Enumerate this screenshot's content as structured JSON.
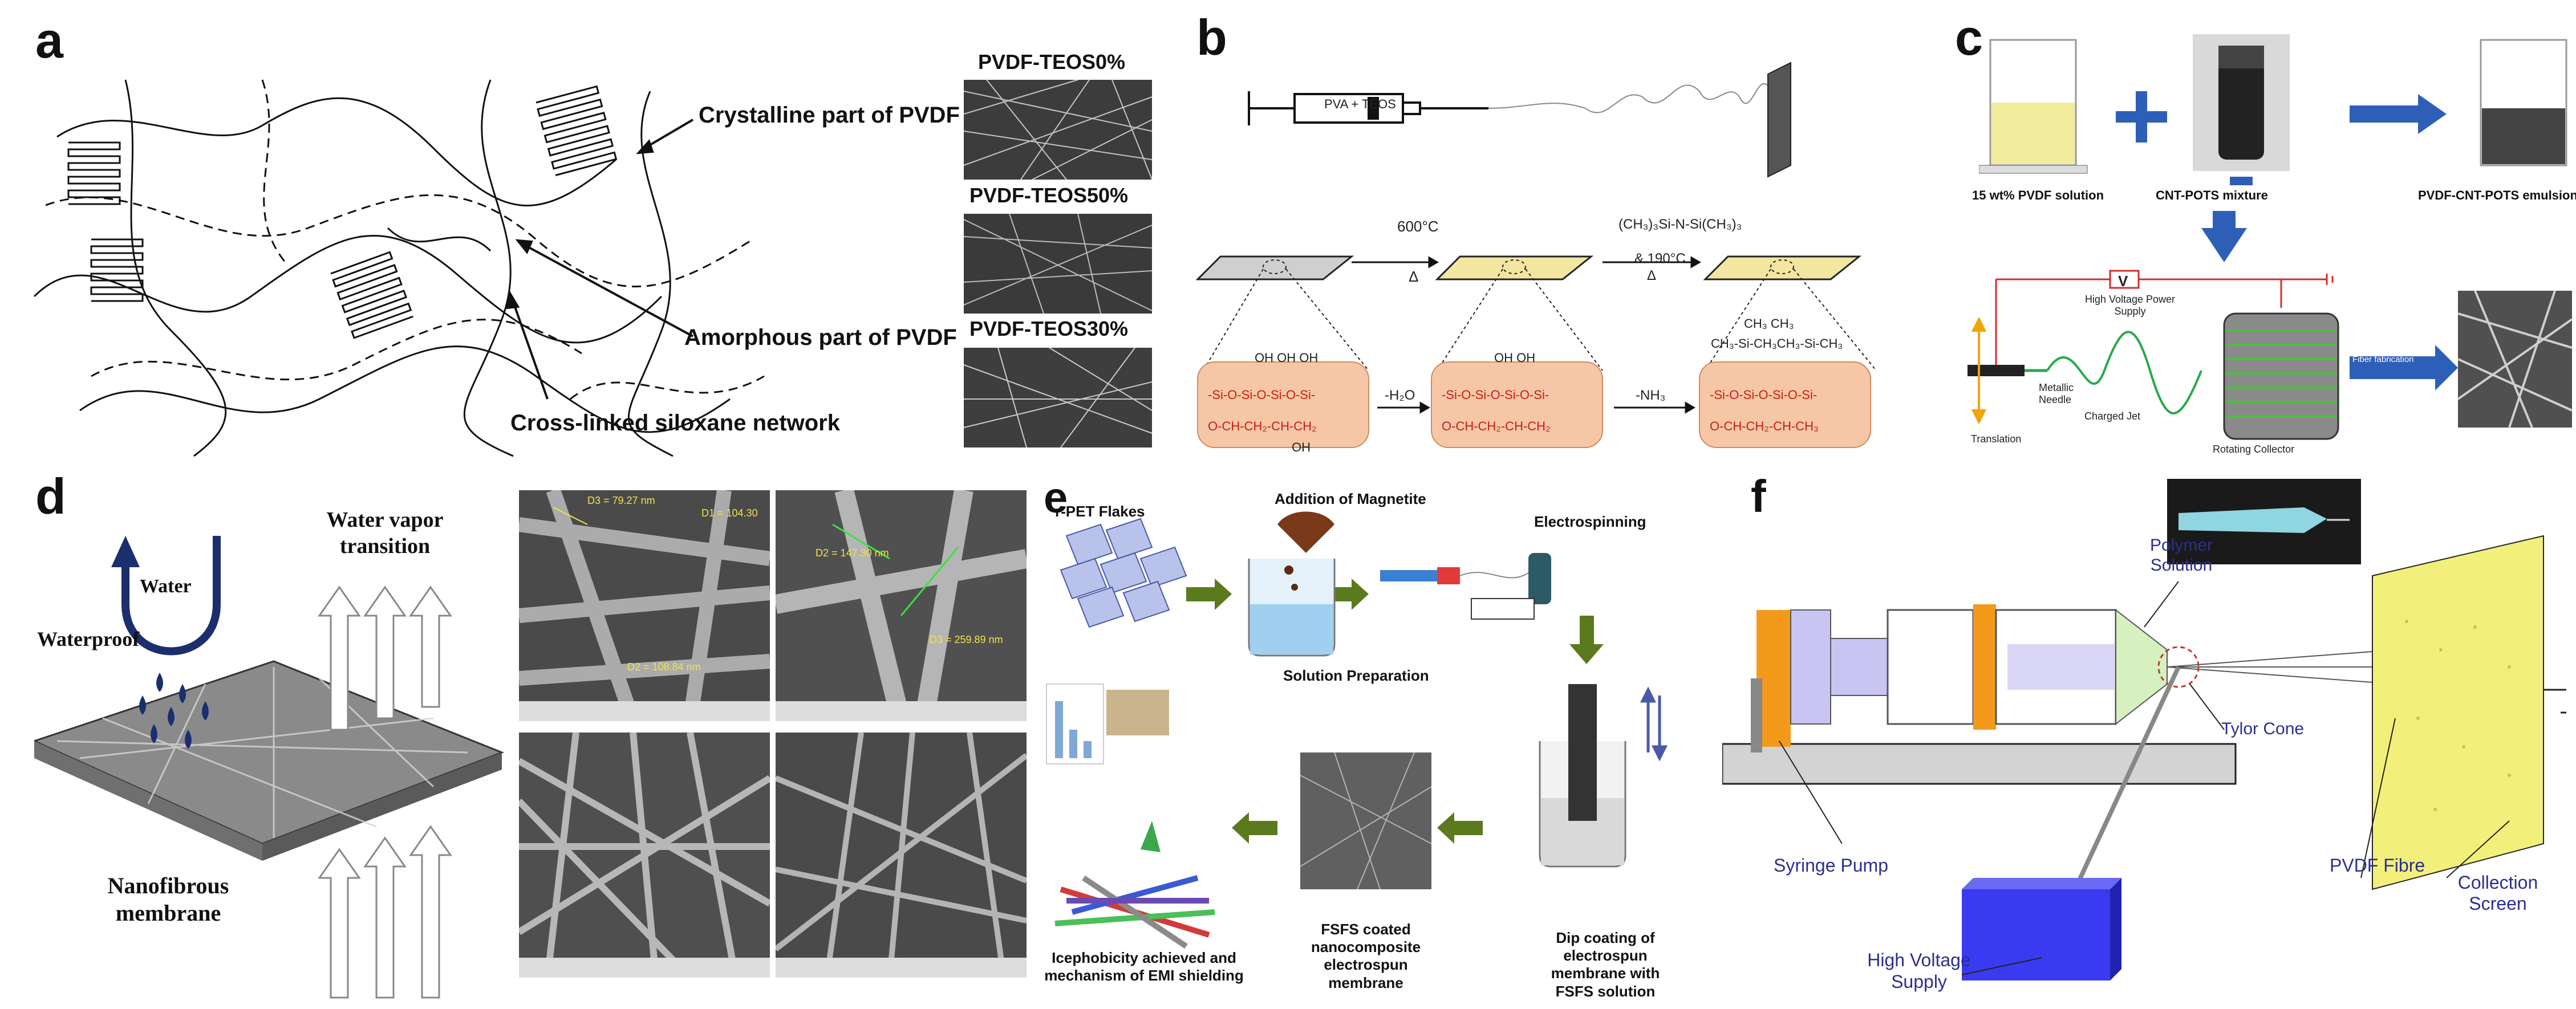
{
  "panels": {
    "a": {
      "letter": "a",
      "labels": {
        "crystalline": "Crystalline part of PVDF",
        "amorphous": "Amorphous part of PVDF",
        "siloxane": "Cross-linked siloxane network"
      },
      "sem_titles": [
        "PVDF-TEOS0%",
        "PVDF-TEOS50%",
        "PVDF-TEOS30%"
      ]
    },
    "b": {
      "letter": "b",
      "syringe_label": "PVA + TEOS",
      "steps": {
        "step1": "600°C",
        "step1_delta": "Δ",
        "step2_reagent": "(CH₃)₃Si-N-Si(CH₃)₃",
        "step2_cond": "& 190°C",
        "step2_delta": "Δ",
        "minus_h2o": "-H₂O",
        "minus_nh3": "-NH₃"
      },
      "chains": {
        "c1_top": "OH   OH   OH",
        "c1_mid": "-Si-O-Si-O-Si-O-Si-",
        "c1_bot": "O-CH-CH₂-CH-CH₂",
        "c1_oh": "OH",
        "c2_top": "OH        OH",
        "c2_mid": "-Si-O-Si-O-Si-O-Si-",
        "c2_bot": "O-CH-CH₂-CH-CH₂",
        "c3_top1": "CH₃        CH₃",
        "c3_top2": "CH₃-Si-CH₃CH₃-Si-CH₃",
        "c3_mid": "-Si-O-Si-O-Si-O-Si-",
        "c3_bot": "O-CH-CH₂-CH-CH₃"
      }
    },
    "c": {
      "letter": "c",
      "labels": {
        "pvdf_solution": "15 wt% PVDF solution",
        "cnt_pots": "CNT-POTS mixture",
        "emulsion": "PVDF-CNT-POTS emulsion",
        "v": "V",
        "hv": "High Voltage Power Supply",
        "needle": "Metallic Needle",
        "translation": "Translation",
        "jet": "Charged Jet",
        "collector": "Rotating Collector",
        "fiber_fab": "Fiber fabrication"
      }
    },
    "d": {
      "letter": "d",
      "labels": {
        "water": "Water",
        "vapor": "Water vapor transition",
        "waterproof": "Waterproof",
        "membrane": "Nanofibrous membrane"
      },
      "sem_measures": {
        "m1": "D3 = 79.27 nm",
        "m2": "D1 = 104.30",
        "m3": "D2 = 108.84 nm",
        "m4": "D2 = 147.30 nm",
        "m5": "D3 = 259.89 nm"
      }
    },
    "e": {
      "letter": "e",
      "labels": {
        "flakes": "r-PET Flakes",
        "magnetite": "Addition of Magnetite",
        "solution_prep": "Solution Preparation",
        "electrospinning": "Electrospinning",
        "dip": "Dip coating of electrospun membrane with FSFS solution",
        "fsfs": "FSFS coated nanocomposite electrospun membrane",
        "icephobicity": "Icephobicity achieved and mechanism of EMI shielding"
      }
    },
    "f": {
      "letter": "f",
      "labels": {
        "polymer": "Polymer Solution",
        "tylor": "Tylor Cone",
        "syringe_pump": "Syringe Pump",
        "hv_supply": "High Voltage Supply",
        "pvdf_fibre": "PVDF Fibre",
        "collection": "Collection Screen"
      }
    }
  },
  "colors": {
    "arrow_green": "#5b7a1e",
    "arrow_blue": "#2e5fb8",
    "chain_fill": "#f6c7a6",
    "chain_red": "#d9261c",
    "f_syringe": "#c9c5f2",
    "f_orange": "#f39a1b",
    "f_blue_box": "#3a3af0",
    "f_screen": "#f2f07a"
  }
}
